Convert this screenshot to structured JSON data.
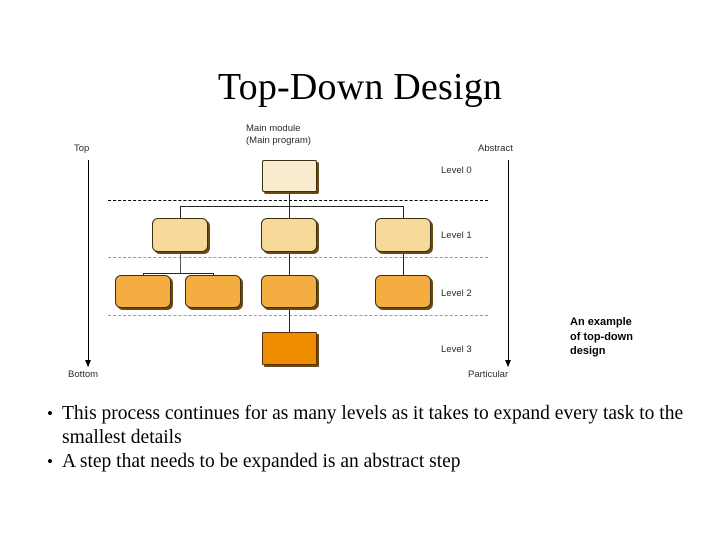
{
  "slide": {
    "title": "Top-Down Design"
  },
  "diagram": {
    "root_label_line1": "Main module",
    "root_label_line2": "(Main program)",
    "corners": {
      "top": "Top",
      "bottom": "Bottom",
      "abstract": "Abstract",
      "particular": "Particular"
    },
    "levels": [
      {
        "name": "Level 0",
        "nodes": 1,
        "fill": "#faecce"
      },
      {
        "name": "Level 1",
        "nodes": 3,
        "fill": "#f7d99a"
      },
      {
        "name": "Level 2",
        "nodes": 4,
        "fill": "#f3ad40"
      },
      {
        "name": "Level 3",
        "nodes": 1,
        "fill": "#f08c00"
      }
    ],
    "caption_line1": "An example",
    "caption_line2": "of top-down",
    "caption_line3": "design"
  },
  "bullets": [
    {
      "marker": "•",
      "text": "This process continues for as many levels as it takes to expand every task to the smallest details"
    },
    {
      "marker": "•",
      "text": "A step that needs to be expanded is an abstract step"
    }
  ]
}
